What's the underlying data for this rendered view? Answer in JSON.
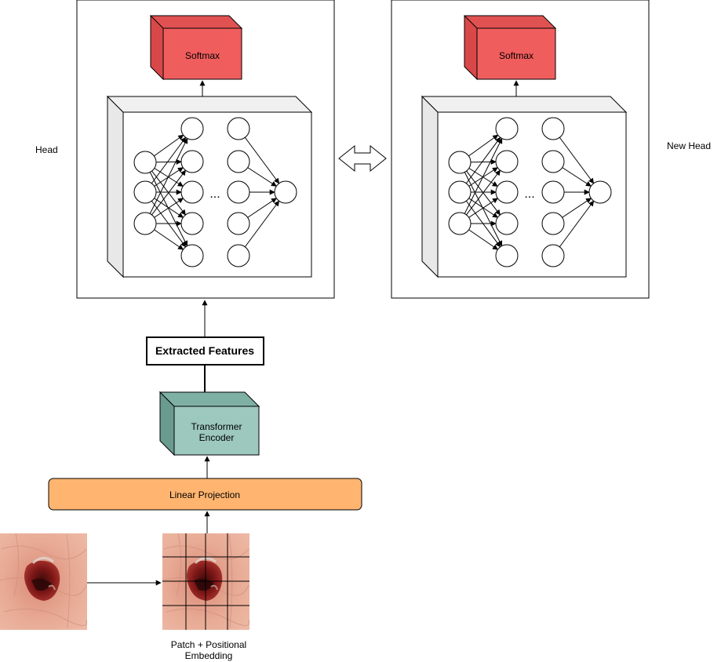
{
  "head_left": {
    "label": "Head",
    "softmax": "Softmax",
    "ellipsis": "..."
  },
  "head_right": {
    "label": "New Head",
    "softmax": "Softmax",
    "ellipsis": "..."
  },
  "extracted_features": "Extracted Features",
  "transformer_encoder": {
    "line1": "Transformer",
    "line2": "Encoder"
  },
  "linear_projection": "Linear Projection",
  "patch_embedding": {
    "line1": "Patch + Positional",
    "line2": "Embedding"
  },
  "colors": {
    "softmax_front": "#f05d5d",
    "softmax_side": "#d94848",
    "encoder_front": "#9cc8be",
    "encoder_side": "#6a9b8f",
    "linear_projection": "#ffb570",
    "panel_side": "#e8e8e8",
    "skin": "#e9a892",
    "wound": "#7a1a1a"
  }
}
